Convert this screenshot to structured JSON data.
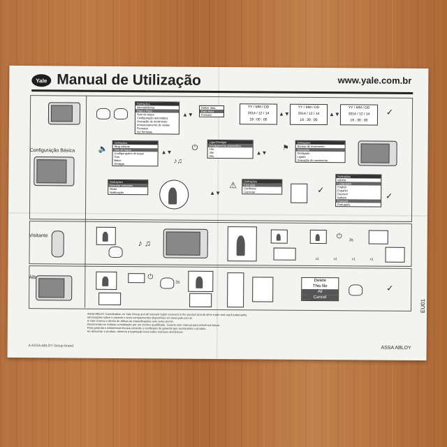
{
  "header": {
    "logo": "Yale",
    "title": "Manual de Utilização",
    "url": "www.yale.com.br"
  },
  "sections": {
    "config": "Configuração Básica",
    "visitante": "Visitante",
    "album": "Álbum"
  },
  "menu_main": {
    "title": "Definições",
    "items": [
      "Idioma/Idioma",
      "Data e Hora",
      "Som de toque",
      "Configuração automática",
      "Gravação de movimento",
      "Armazenamento de visitas",
      "Formatar",
      "Ver firmware"
    ]
  },
  "menu_date": {
    "items": [
      "Definir data",
      "Data Hora",
      "Formato"
    ]
  },
  "menu_ring": {
    "title": "Definições",
    "items": [
      "Ring volume",
      "Tom de toque",
      "Configurações de toque",
      "Tom",
      "Baixo",
      "Desligar"
    ]
  },
  "menu_power": {
    "title": "Ligar/Desligar",
    "items": [
      "Desligamento automático",
      "15s",
      "30s",
      "60s"
    ]
  },
  "menu_motion": {
    "title": "Definições",
    "items": [
      "Sensor de movimento",
      "Gravação",
      "Desligado",
      "Ligado",
      "Gravação de movimento"
    ]
  },
  "menu_autoconf": {
    "title": "Definições",
    "items": [
      "Detectar visitantes",
      "Modo",
      "Notificação"
    ]
  },
  "menu_format": {
    "title": "Definições",
    "items": [
      "Formatar",
      "Confirmar",
      "Cancelar"
    ]
  },
  "menu_lang": {
    "title": "Definições",
    "items": [
      "Idioma",
      "Languages",
      "English",
      "Español",
      "Deutsch",
      "Italiano",
      "Français",
      "Português"
    ]
  },
  "dates": [
    {
      "l1": "YY / MM / DD",
      "l2": "2014 / 12 / 14",
      "l3": "18 : 00 : 00"
    },
    {
      "l1": "YY / MM / DD",
      "l2": "2014 / 12 / 14",
      "l3": "18 : 30 : 00"
    },
    {
      "l1": "YY / MM / DD",
      "l2": "2014 / 12 / 14",
      "l3": "18 : 30 : 00"
    }
  ],
  "labels": {
    "tempo": "3s",
    "x1a": "x1",
    "x1b": "x1",
    "x1c": "x1",
    "x1d": "x1",
    "sec": "3s"
  },
  "delete_menu": {
    "title": "Delete",
    "items": [
      "This file",
      "All",
      "Cancel"
    ]
  },
  "footer": {
    "code": "EU01",
    "brand": "ASSA ABLOY",
    "left": "A ASSA ABLOY Group brand",
    "notes": [
      "ASSA ABLOY Coordination on Yale Group and all relevant rights reserved in the product and all other trade and reg'd trademarks.",
      "Informações sobre o produto e seus complementos disponíveis em www.yale.com.br",
      "A Yale reserva o direito de alterar as especificações sem aviso prévio.",
      "Recomenda-se realizar a instalação por um técnico qualificado. Guarde este manual para referência futura.",
      "Para garantia e assistência técnica consulte o certificado de garantia que acompanha o produto.",
      "Ao descartar o produto, observe a legislação local sobre resíduos eletrônicos."
    ]
  }
}
